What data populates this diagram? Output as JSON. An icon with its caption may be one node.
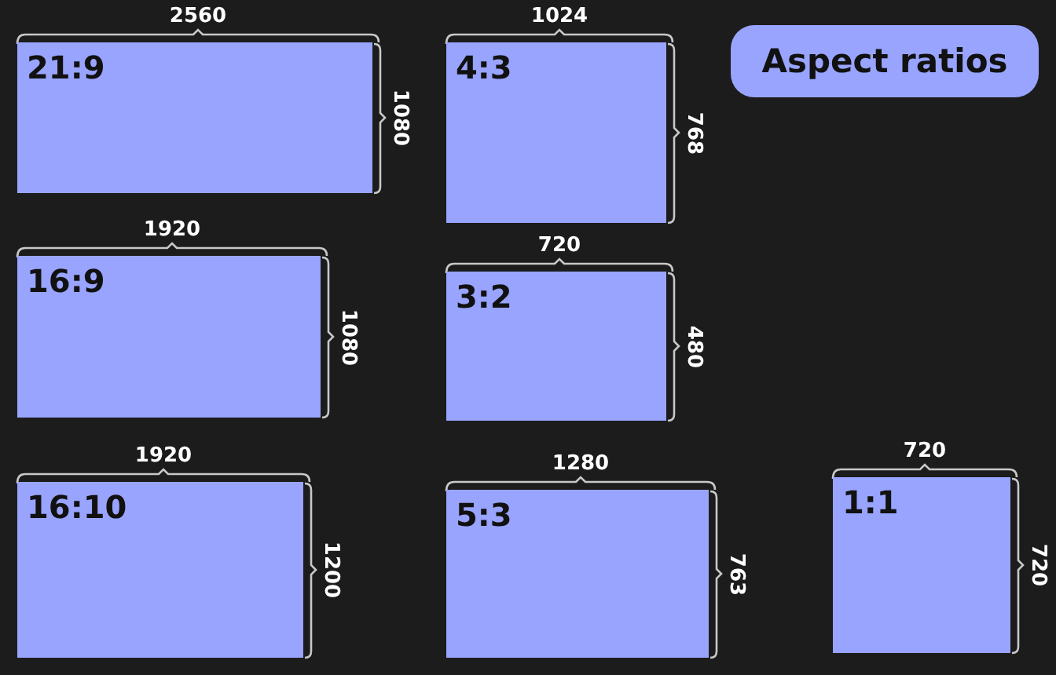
{
  "diagram": {
    "nodes": [
      {
        "text": [
          "21:9"
        ],
        "beside": [
          "2560",
          "1080"
        ]
      },
      {
        "text": [
          "4:3"
        ],
        "beside": [
          "1024",
          "768"
        ]
      },
      {
        "text": [
          "Aspect ratios"
        ]
      },
      {
        "text": [
          "16:9"
        ],
        "beside": [
          "1920",
          "1080"
        ]
      },
      {
        "text": [
          "3:2"
        ],
        "beside": [
          "720",
          "480"
        ]
      },
      {
        "text": [
          "16:10"
        ],
        "beside": [
          "1920",
          "1200"
        ]
      },
      {
        "text": [
          "5:3"
        ],
        "beside": [
          "1280",
          "763"
        ]
      },
      {
        "text": [
          "1:1"
        ],
        "beside": [
          "720",
          "720"
        ]
      }
    ]
  }
}
